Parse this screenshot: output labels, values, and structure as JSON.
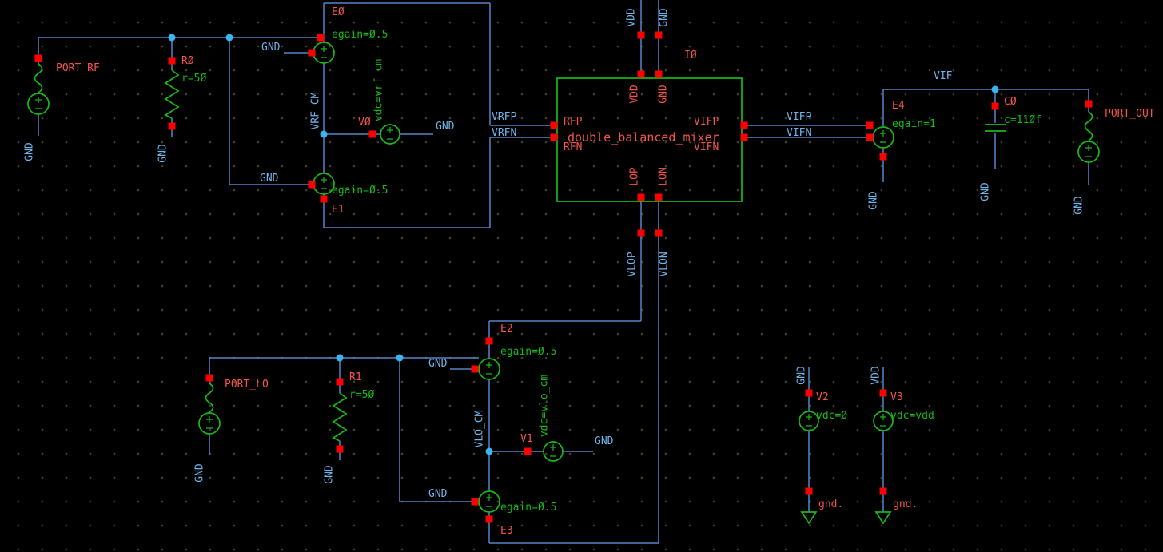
{
  "colors": {
    "background": "#000000",
    "grid_dot": "#41412c",
    "wire": "#5583c9",
    "net_label": "#6fb4ea",
    "component_green": "#17b917",
    "label_red": "#f4544c",
    "terminal_red": "#ff0000",
    "junction_cyan": "#38b6f2"
  },
  "schematic": {
    "mixer": {
      "instance": "IØ",
      "cell": "double_balanced_mixer",
      "pins": {
        "vdd": "VDD",
        "gnd": "GND",
        "rfp": "RFP",
        "rfn": "RFN",
        "vifp": "VIFP",
        "vifn": "VIFN",
        "lop": "LOP",
        "lon": "LON"
      }
    },
    "ports": {
      "rf": "PORT_RF",
      "lo": "PORT_LO",
      "out": "PORT_OUT"
    },
    "resistors": {
      "r0": {
        "name": "RØ",
        "param": "r=5Ø"
      },
      "r1": {
        "name": "R1",
        "param": "r=5Ø"
      }
    },
    "vcvs": {
      "e0": {
        "name": "EØ",
        "param": "egain=Ø.5"
      },
      "e1": {
        "name": "E1",
        "param": "egain=Ø.5"
      },
      "e2": {
        "name": "E2",
        "param": "egain=Ø.5"
      },
      "e3": {
        "name": "E3",
        "param": "egain=Ø.5"
      },
      "e4": {
        "name": "E4",
        "param": "egain=1"
      }
    },
    "vsources": {
      "v0": {
        "name": "VØ",
        "param": "vdc=vrf_cm"
      },
      "v1": {
        "name": "V1",
        "param": "vdc=vlo_cm"
      },
      "v2": {
        "name": "V2",
        "param": "vdc=Ø"
      },
      "v3": {
        "name": "V3",
        "param": "vdc=vdd"
      }
    },
    "capacitors": {
      "c0": {
        "name": "CØ",
        "param": "c=11Øf"
      }
    },
    "nets": {
      "vrfp": "VRFP",
      "vrfn": "VRFN",
      "vifp": "VIFP",
      "vifn": "VIFN",
      "vif": "VIF",
      "vrf_cm": "VRF_CM",
      "vlo_cm": "VLO_CM",
      "vlop": "VLOP",
      "vlon": "VLON",
      "vdd": "VDD",
      "gnd": "GND"
    },
    "ground_symbol_label": "gnd."
  }
}
